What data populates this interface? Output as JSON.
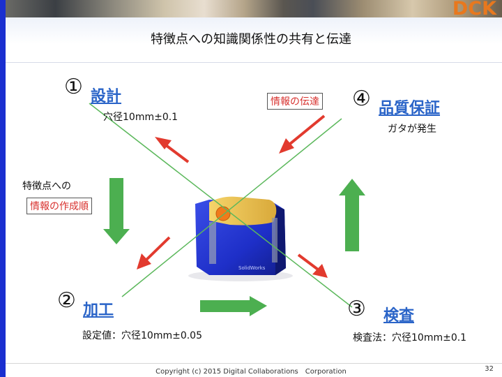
{
  "header": {
    "logo": "DCK",
    "title": "特徴点への知識関係性の共有と伝達"
  },
  "steps": {
    "design": {
      "number": "①",
      "label": "設計",
      "note": "穴径10mm±0.1"
    },
    "machining": {
      "number": "②",
      "label": "加工",
      "note": "設定値：穴径10mm±0.05"
    },
    "inspection": {
      "number": "③",
      "label": "検査",
      "note": "検査法：穴径10mm±0.1"
    },
    "quality": {
      "number": "④",
      "label": "品質保証",
      "note": "ガタが発生"
    }
  },
  "labels": {
    "feature_text": "特徴点への",
    "creation_order": "情報の作成順",
    "transmission": "情報の伝達"
  },
  "part_brand": "SolidWorks",
  "colors": {
    "green_arrow": "#4caf50",
    "red_arrow": "#e23a2e",
    "part_blue": "#1e2fc8",
    "part_yellow": "#f0c24a",
    "feature_orange": "#f07a1a",
    "heading_blue": "#2a64c8",
    "logo_orange": "#e8781e"
  },
  "footer": {
    "copyright": "Copyright (c) 2015 Digital Collaborations　Corporation",
    "page": "32"
  }
}
